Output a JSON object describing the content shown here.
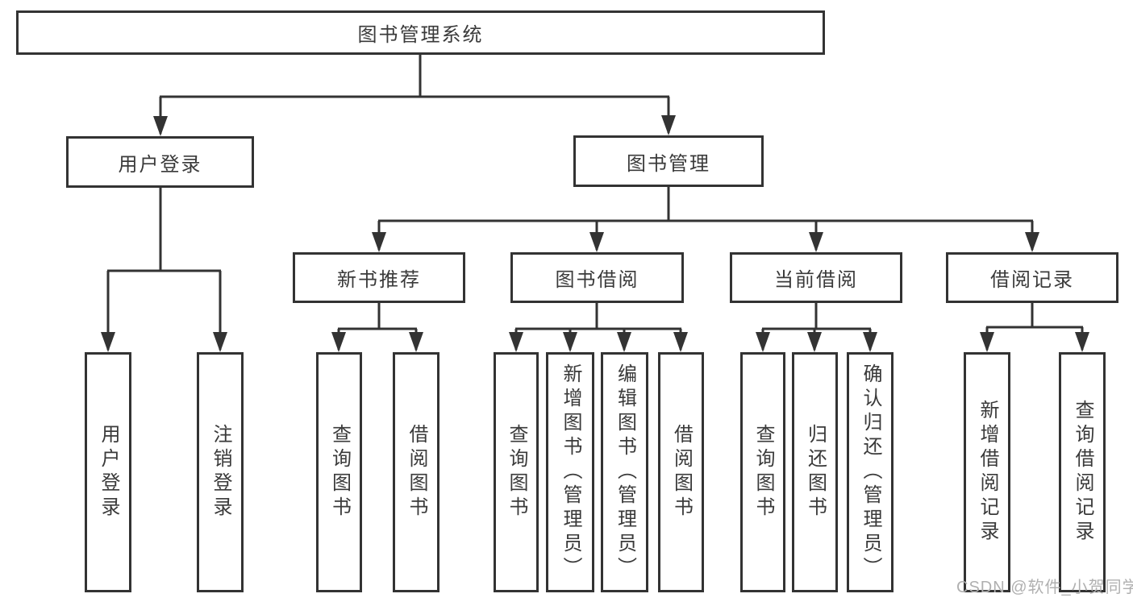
{
  "colors": {
    "line": "#333333",
    "box_border": "#333333",
    "text": "#3a3a3a",
    "watermark": "#b0b0b0",
    "background": "#ffffff"
  },
  "tree": {
    "root": {
      "label": "图书管理系统"
    },
    "branches": [
      {
        "label": "用户登录",
        "leaves": [
          "用户登录",
          "注销登录"
        ]
      },
      {
        "label": "图书管理",
        "groups": [
          {
            "label": "新书推荐",
            "leaves": [
              "查询图书",
              "借阅图书"
            ]
          },
          {
            "label": "图书借阅",
            "leaves": [
              "查询图书",
              "新增图书（管理员）",
              "编辑图书（管理员）",
              "借阅图书"
            ]
          },
          {
            "label": "当前借阅",
            "leaves": [
              "查询图书",
              "归还图书",
              "确认归还（管理员）"
            ]
          },
          {
            "label": "借阅记录",
            "leaves": [
              "新增借阅记录",
              "查询借阅记录"
            ]
          }
        ]
      }
    ]
  },
  "watermark": {
    "text": "CSDN @软件_小贺同学"
  }
}
